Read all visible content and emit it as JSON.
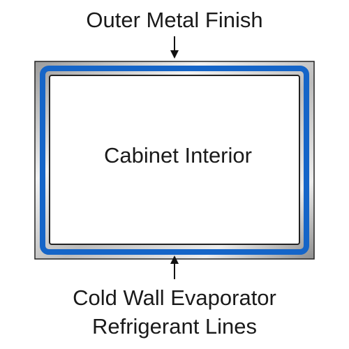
{
  "labels": {
    "outer": "Outer Metal Finish",
    "interior": "Cabinet Interior",
    "cold_wall_line1": "Cold Wall Evaporator",
    "cold_wall_line2": "Refrigerant Lines"
  },
  "colors": {
    "metal_light": "#f4f4f4",
    "metal_dark": "#9a9a9a",
    "refrigerant_blue": "#1565c8",
    "interior": "#ffffff",
    "outline": "#222222"
  },
  "icons": {
    "top_arrow": "arrow-down-icon",
    "bottom_arrow": "arrow-up-icon"
  }
}
